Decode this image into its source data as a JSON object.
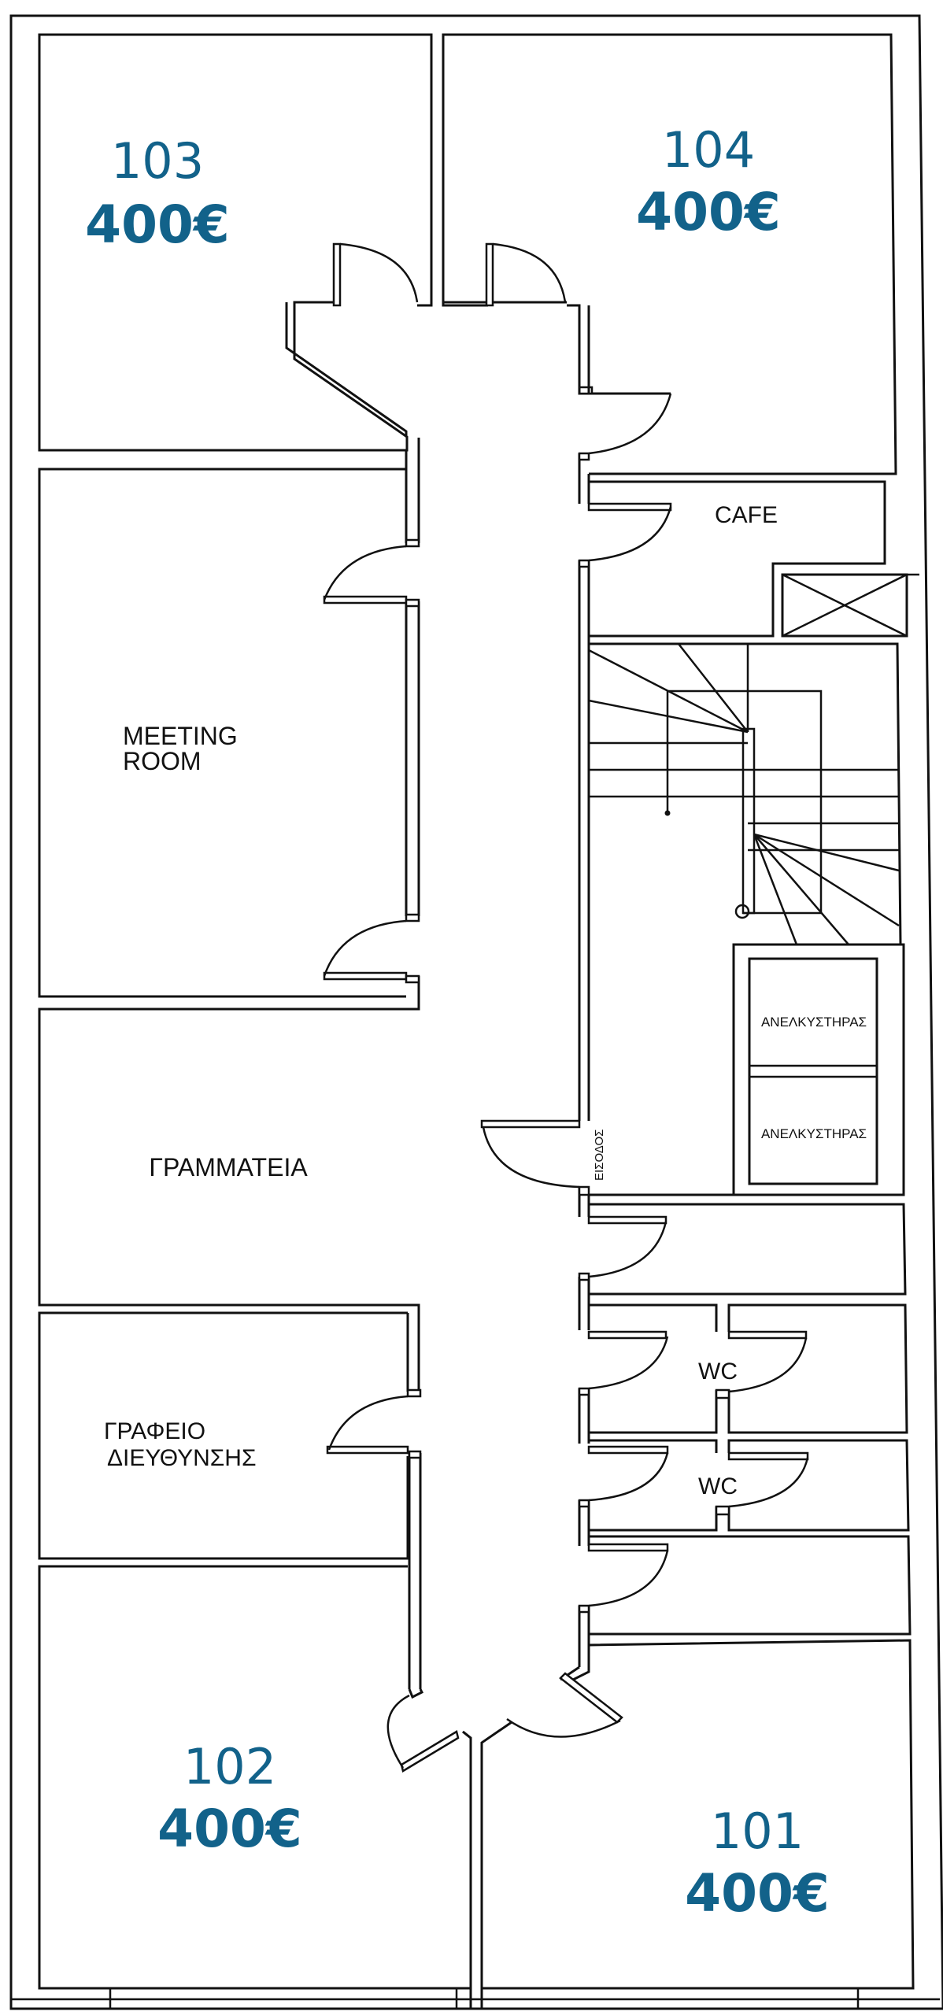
{
  "colors": {
    "accent": "#12628a",
    "line": "#111111",
    "background": "#ffffff"
  },
  "offices": [
    {
      "id": "103",
      "number": "103",
      "price": "400€"
    },
    {
      "id": "104",
      "number": "104",
      "price": "400€"
    },
    {
      "id": "102",
      "number": "102",
      "price": "400€"
    },
    {
      "id": "101",
      "number": "101",
      "price": "400€"
    }
  ],
  "rooms": {
    "cafe": "CAFE",
    "meeting_line1": "MEETING",
    "meeting_line2": "ROOM",
    "secretariat": "ΓΡΑΜΜΑΤΕΙΑ",
    "director_line1": "ΓΡΑΦΕΙΟ",
    "director_line2": "ΔΙΕΥΘΥΝΣΗΣ",
    "wc_upper": "WC",
    "wc_lower": "WC",
    "elevator_1": "ΑΝΕΛΚΥΣΤΗΡΑΣ",
    "elevator_2": "ΑΝΕΛΚΥΣΤΗΡΑΣ",
    "entrance": "ΕΙΣΟΔΟΣ"
  }
}
